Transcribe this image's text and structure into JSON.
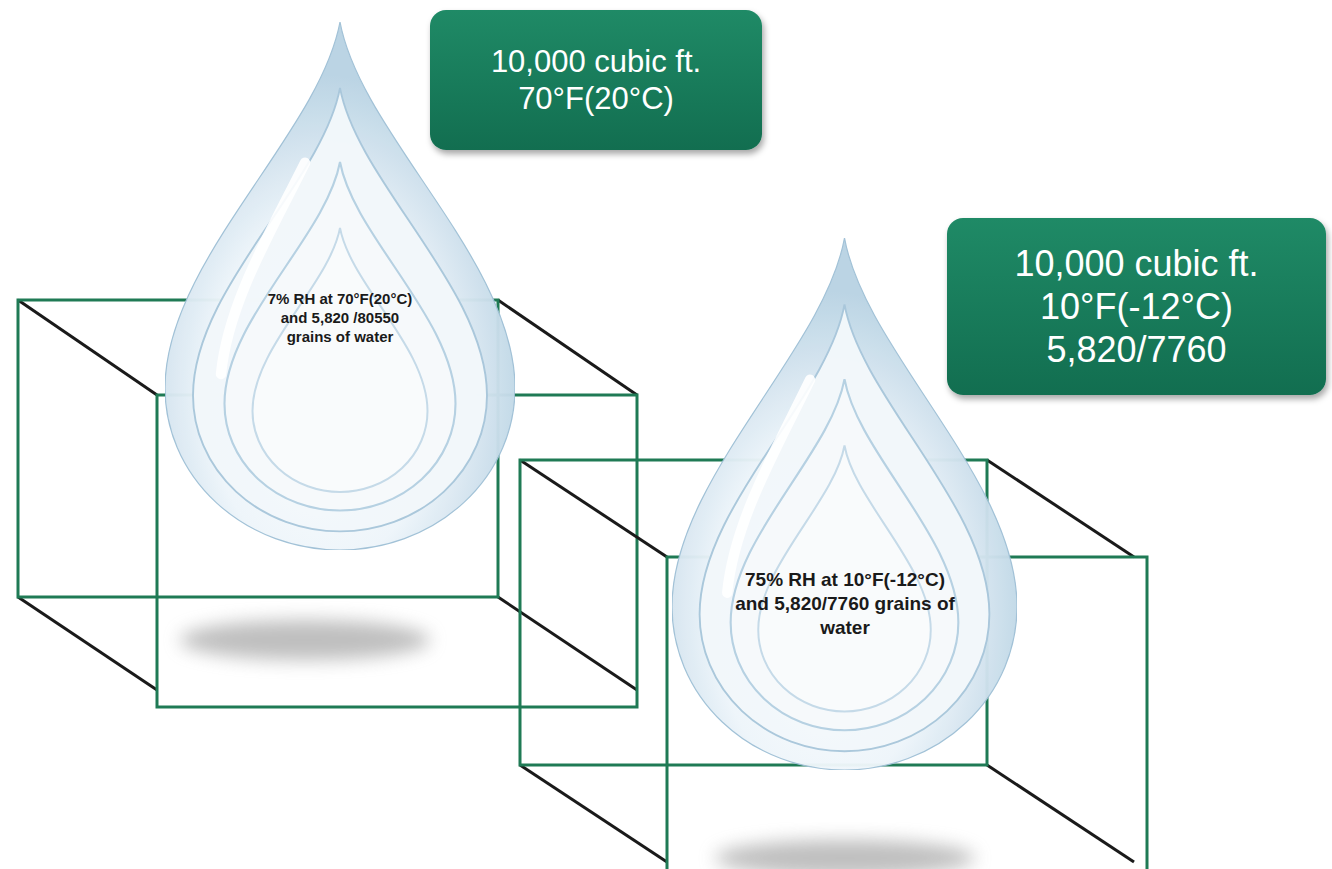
{
  "diagram": {
    "nodes": [
      {
        "text": [
          "10,000 cubic ft.",
          "70°F(20°C)"
        ]
      },
      {
        "text": [
          "7% RH at 70°F(20°C) and 5,820 /80550 grains of water"
        ]
      },
      {
        "text": [
          "10,000 cubic ft.",
          "10°F(-12°C)",
          "5,820/7760"
        ]
      },
      {
        "text": [
          "75% RH at 10°F(-12°C) and 5,820/7760 grains of water"
        ]
      }
    ]
  }
}
